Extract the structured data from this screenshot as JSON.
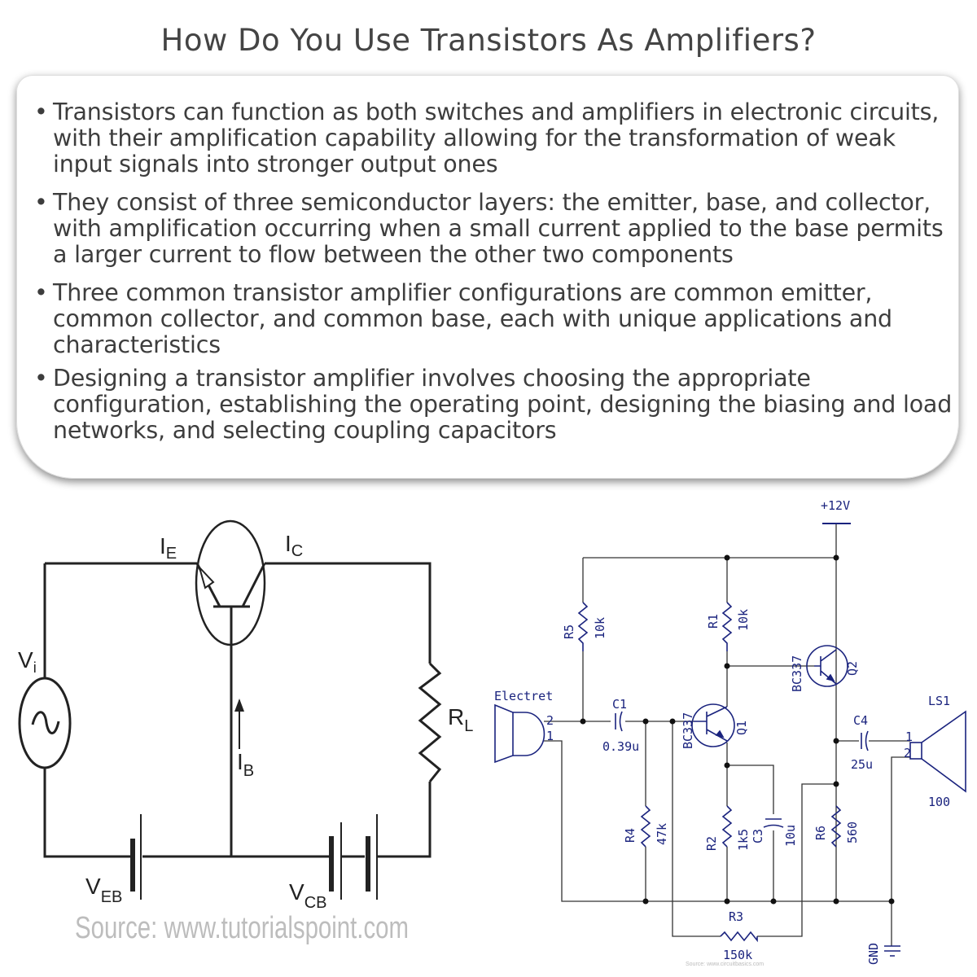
{
  "title": "How Do You Use Transistors As Amplifiers?",
  "bullets": [
    "Transistors can function as both switches and amplifiers in electronic circuits, with their amplification capability allowing for the transformation of weak input signals into stronger output ones",
    "They consist of three semiconductor layers: the emitter, base, and collector, with amplification occurring when a small current applied to the base permits a larger current to flow between the other two components",
    "Three common transistor amplifier configurations are common emitter, common collector, and common base, each with unique applications and characteristics",
    "Designing a transistor amplifier involves choosing the appropriate configuration, establishing the operating point, designing the biasing and load networks, and selecting coupling capacitors"
  ],
  "left_diagram": {
    "labels": {
      "ie": "I",
      "ie_sub": "E",
      "ic": "I",
      "ic_sub": "C",
      "vi": "V",
      "vi_sub": "i",
      "ib": "I",
      "ib_sub": "B",
      "rl": "R",
      "rl_sub": "L",
      "veb": "V",
      "veb_sub": "EB",
      "vcb": "V",
      "vcb_sub": "CB"
    },
    "source": "Source: www.tutorialspoint.com"
  },
  "right_diagram": {
    "supply": "+12V",
    "mic": "Electret",
    "speaker": "LS1",
    "speaker_value": "100",
    "gnd": "GND",
    "pin1": "1",
    "pin2": "2",
    "components": {
      "r5": "R5",
      "r5_val": "10k",
      "r1": "R1",
      "r1_val": "10k",
      "q1": "Q1",
      "q1_type": "BC337",
      "q2": "Q2",
      "q2_type": "BC337",
      "c1": "C1",
      "c1_val": "0.39u",
      "c4": "C4",
      "c4_val": "25u",
      "r4": "R4",
      "r4_val": "47k",
      "r2": "R2",
      "r2_val": "1k5",
      "c3": "C3",
      "c3_val": "10u",
      "r6": "R6",
      "r6_val": "560",
      "r3": "R3",
      "r3_val": "150k"
    },
    "source": "Source: www.circuitbasics.com"
  }
}
